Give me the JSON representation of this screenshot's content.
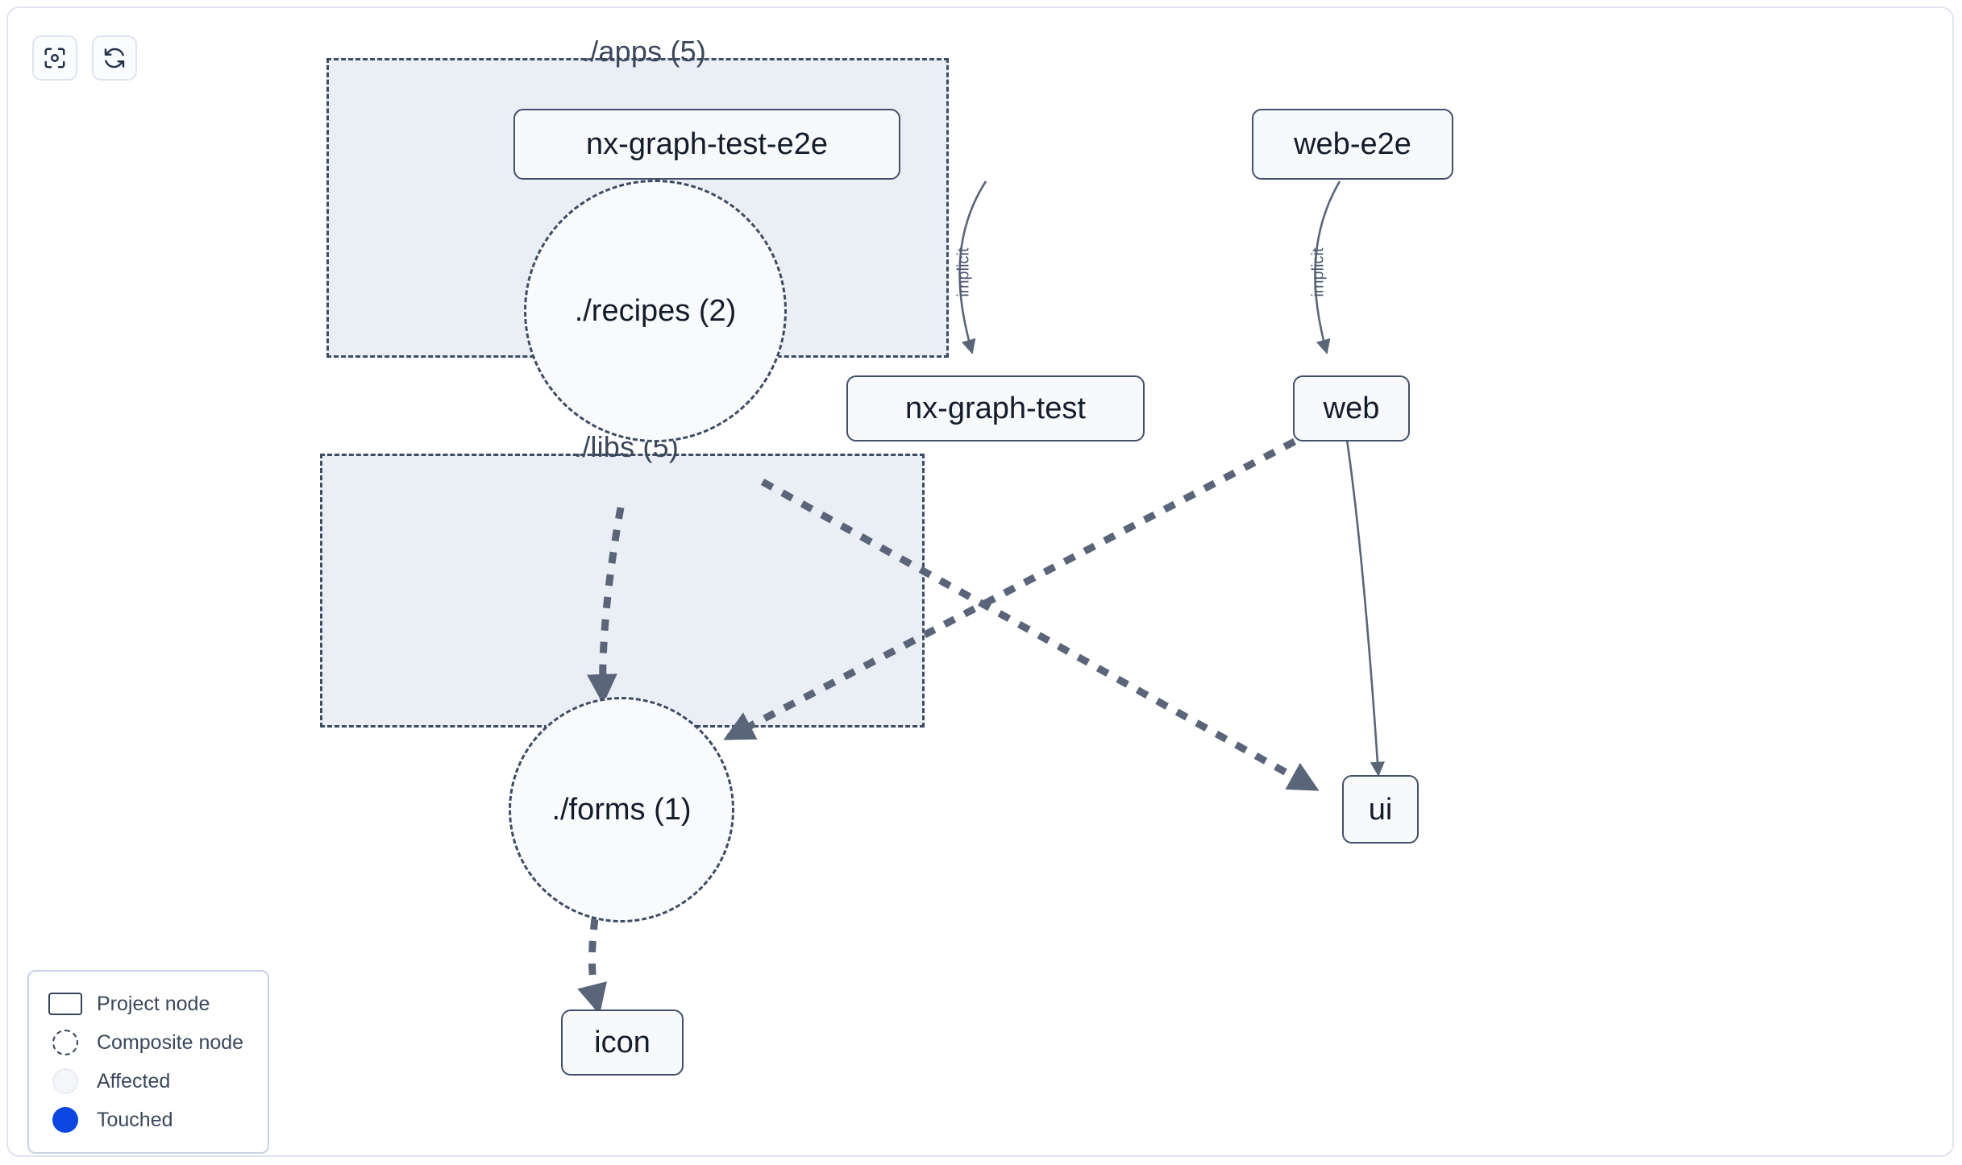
{
  "toolbar": {
    "buttons": [
      {
        "name": "focus-graph-button",
        "icon": "viewfinder-focus-icon",
        "title": "Focus graph"
      },
      {
        "name": "refresh-graph-button",
        "icon": "refresh-icon",
        "title": "Refresh graph"
      }
    ]
  },
  "graph": {
    "groups": [
      {
        "id": "apps",
        "label": "./apps (5)"
      },
      {
        "id": "libs",
        "label": "./libs (5)"
      }
    ],
    "nodes": [
      {
        "id": "nx-graph-test-e2e",
        "label": "nx-graph-test-e2e",
        "type": "project",
        "group": "apps"
      },
      {
        "id": "web-e2e",
        "label": "web-e2e",
        "type": "project",
        "group": "apps"
      },
      {
        "id": "recipes",
        "label": "./recipes (2)",
        "type": "composite",
        "group": "apps"
      },
      {
        "id": "nx-graph-test",
        "label": "nx-graph-test",
        "type": "project",
        "group": "apps"
      },
      {
        "id": "web",
        "label": "web",
        "type": "project",
        "group": "apps"
      },
      {
        "id": "forms",
        "label": "./forms (1)",
        "type": "composite",
        "group": "libs"
      },
      {
        "id": "ui",
        "label": "ui",
        "type": "project",
        "group": "libs"
      },
      {
        "id": "icon",
        "label": "icon",
        "type": "project",
        "group": "libs"
      }
    ],
    "edges": [
      {
        "from": "nx-graph-test-e2e",
        "to": "nx-graph-test",
        "label": "implicit",
        "style": "solid"
      },
      {
        "from": "web-e2e",
        "to": "web",
        "label": "implicit",
        "style": "solid"
      },
      {
        "from": "web",
        "to": "ui",
        "label": "",
        "style": "solid"
      },
      {
        "from": "recipes",
        "to": "forms",
        "label": "",
        "style": "dashed"
      },
      {
        "from": "recipes",
        "to": "ui",
        "label": "",
        "style": "dashed"
      },
      {
        "from": "web",
        "to": "forms",
        "label": "",
        "style": "dashed"
      },
      {
        "from": "forms",
        "to": "icon",
        "label": "",
        "style": "dashed"
      }
    ]
  },
  "legend": {
    "items": [
      {
        "swatch": "project-node-swatch",
        "label": "Project node"
      },
      {
        "swatch": "composite-node-swatch",
        "label": "Composite node"
      },
      {
        "swatch": "affected-swatch",
        "label": "Affected"
      },
      {
        "swatch": "touched-swatch",
        "label": "Touched"
      }
    ]
  },
  "colors": {
    "canvas_bg": "#ffffff",
    "canvas_border": "#dfe4ef",
    "group_bg": "#eaeff5",
    "group_border": "#3e4c63",
    "node_bg": "#f7f9fb",
    "node_border": "#42506a",
    "node_text": "#141c2c",
    "edge": "#5a6578",
    "edge_thick": "#5b6579",
    "label_text": "#3b475c",
    "touched": "#0b47e0"
  }
}
